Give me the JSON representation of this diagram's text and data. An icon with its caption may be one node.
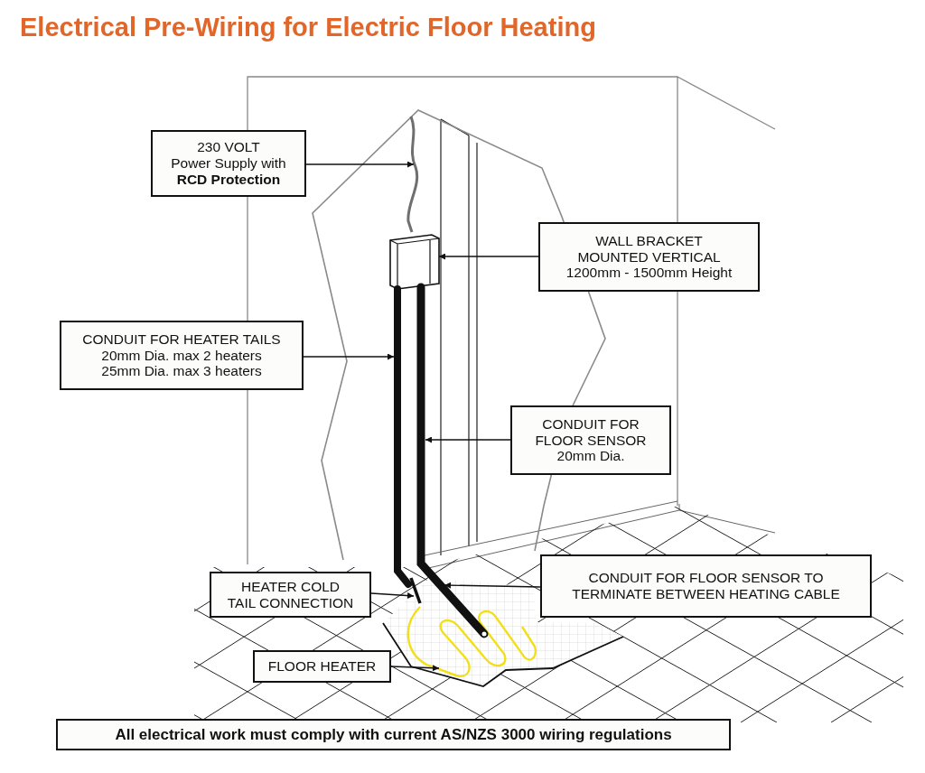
{
  "diagram": {
    "title": "Electrical Pre-Wiring for Electric Floor Heating",
    "nodes": [
      {
        "text": [
          "230 VOLT",
          "Power Supply with **RCD Protection**"
        ]
      },
      {
        "text": [
          "WALL BRACKET MOUNTED VERTICAL",
          "1200mm - 1500mm Height"
        ]
      },
      {
        "text": [
          "CONDUIT FOR HEATER TAILS",
          "20mm Dia. max 2 heaters 25mm Dia. max 3 heaters"
        ]
      },
      {
        "text": [
          "CONDUIT FOR FLOOR SENSOR",
          "20mm Dia."
        ]
      },
      {
        "text": [
          "HEATER COLD TAIL CONNECTION"
        ]
      },
      {
        "text": [
          "CONDUIT FOR FLOOR SENSOR TO TERMINATE BETWEEN HEATING CABLE"
        ]
      },
      {
        "text": [
          "FLOOR HEATER"
        ]
      },
      {
        "text": [
          "All electrical work must comply with current AS/NZS 3000 wiring regulations"
        ]
      },
      {
        "text": [],
        "shape": "picture"
      },
      {
        "text": [],
        "shape": "picture"
      },
      {
        "text": [],
        "shape": "picture"
      },
      {
        "text": [],
        "shape": "picture"
      },
      {
        "text": [],
        "shape": "picture"
      },
      {
        "text": [],
        "shape": "picture"
      }
    ],
    "edges": [
      {
        "from": 0,
        "to": 8,
        "arrow": "to"
      },
      {
        "from": 1,
        "to": 9,
        "arrow": "to"
      },
      {
        "from": 2,
        "to": 10,
        "arrow": "to"
      },
      {
        "from": 3,
        "to": 11,
        "arrow": "to"
      },
      {
        "from": 4,
        "to": 12,
        "arrow": "to"
      },
      {
        "from": 5,
        "to": 11,
        "arrow": "to"
      },
      {
        "from": 6,
        "to": 13,
        "arrow": "to"
      }
    ]
  }
}
